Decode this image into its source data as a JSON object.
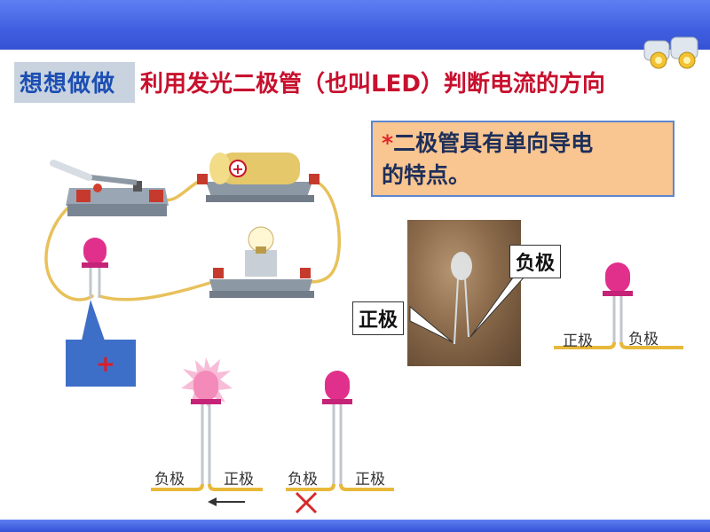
{
  "title": {
    "highlight": "想想做做",
    "main": "利用发光二极管（也叫LED）判断电流的方向"
  },
  "note": {
    "star": "*",
    "line1": "二极管具有单向导电",
    "line2": "的特点。"
  },
  "photo_labels": {
    "negative": "负极",
    "positive": "正极"
  },
  "circuit": {
    "plus_sign": "+"
  },
  "led_right": {
    "left_label": "正极",
    "right_label": "负极"
  },
  "led_lit": {
    "left_label": "负极",
    "right_label": "正极"
  },
  "led_off": {
    "left_label": "负极",
    "right_label": "正极"
  },
  "icons": {
    "binoculars": "binoculars-icon",
    "cross": "cross-mark-icon",
    "arrow": "arrow-left-icon"
  },
  "colors": {
    "title_blue": "#1c4eb3",
    "title_red": "#c8102e",
    "led_pink": "#e0308c",
    "wire": "#e8c15a"
  }
}
